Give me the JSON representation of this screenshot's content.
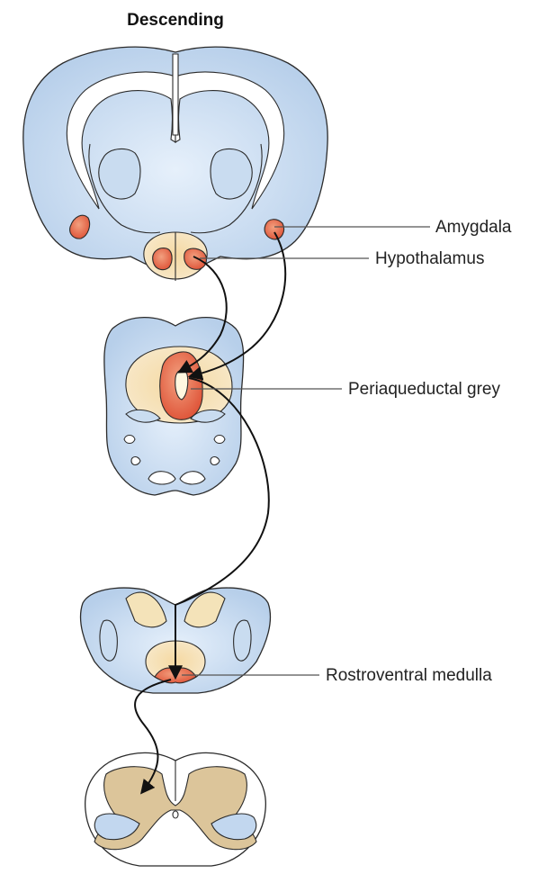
{
  "title": "Descending",
  "labels": {
    "amygdala": "Amygdala",
    "hypothalamus": "Hypothalamus",
    "periaqueductal_grey": "Periaqueductal grey",
    "rostroventral_medulla": "Rostroventral medulla"
  },
  "colors": {
    "tissue_blue": "#bcd3ec",
    "tissue_light": "#e2eefa",
    "yellow_halo": "#f3d9a6",
    "nucleus_orange": "#e8735a",
    "nucleus_light": "#f0a485",
    "grey_matter_tan": "#ddc79a",
    "outline": "#2b2b2b"
  }
}
